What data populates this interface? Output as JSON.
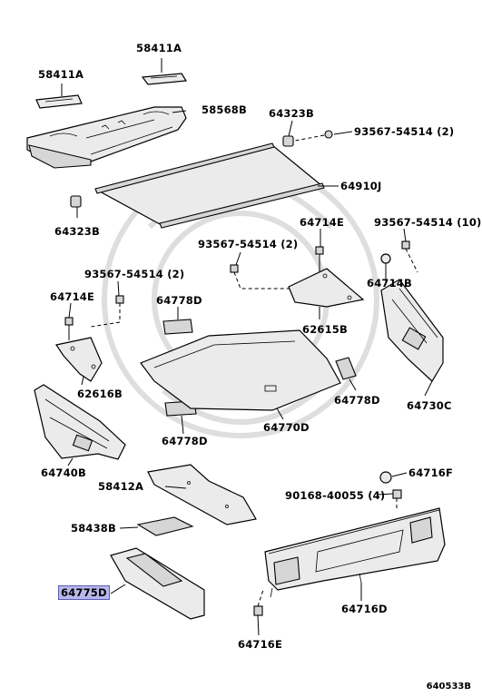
{
  "callouts": [
    {
      "id": "p1",
      "text": "58411A",
      "highlighted": false
    },
    {
      "id": "p2",
      "text": "58411A",
      "highlighted": false
    },
    {
      "id": "p3",
      "text": "58568B",
      "highlighted": false
    },
    {
      "id": "p4",
      "text": "64323B",
      "highlighted": false
    },
    {
      "id": "p5",
      "text": "93567-54514 (2)",
      "highlighted": false
    },
    {
      "id": "p6",
      "text": "64910J",
      "highlighted": false
    },
    {
      "id": "p7",
      "text": "64323B",
      "highlighted": false
    },
    {
      "id": "p8",
      "text": "64714E",
      "highlighted": false
    },
    {
      "id": "p9",
      "text": "93567-54514 (10)",
      "highlighted": false
    },
    {
      "id": "p10",
      "text": "93567-54514 (2)",
      "highlighted": false
    },
    {
      "id": "p11",
      "text": "64714B",
      "highlighted": false
    },
    {
      "id": "p12",
      "text": "93567-54514 (2)",
      "highlighted": false
    },
    {
      "id": "p13",
      "text": "62615B",
      "highlighted": false
    },
    {
      "id": "p14",
      "text": "64714E",
      "highlighted": false
    },
    {
      "id": "p15",
      "text": "64778D",
      "highlighted": false
    },
    {
      "id": "p16",
      "text": "62616B",
      "highlighted": false
    },
    {
      "id": "p17",
      "text": "64778D",
      "highlighted": false
    },
    {
      "id": "p18",
      "text": "64730C",
      "highlighted": false
    },
    {
      "id": "p19",
      "text": "64740B",
      "highlighted": false
    },
    {
      "id": "p20",
      "text": "64778D",
      "highlighted": false
    },
    {
      "id": "p21",
      "text": "64770D",
      "highlighted": false
    },
    {
      "id": "p22",
      "text": "58412A",
      "highlighted": false
    },
    {
      "id": "p23",
      "text": "64716F",
      "highlighted": false
    },
    {
      "id": "p24",
      "text": "90168-40055 (4)",
      "highlighted": false
    },
    {
      "id": "p25",
      "text": "58438B",
      "highlighted": false
    },
    {
      "id": "p26",
      "text": "64775D",
      "highlighted": true
    },
    {
      "id": "p27",
      "text": "64716D",
      "highlighted": false
    },
    {
      "id": "p28",
      "text": "64716E",
      "highlighted": false
    }
  ],
  "reference_code": "640533B",
  "colors": {
    "highlight_fill": "#b8b8ec",
    "highlight_border": "#5a5ab8",
    "line": "#000000",
    "part_fill": "#ebebeb"
  }
}
